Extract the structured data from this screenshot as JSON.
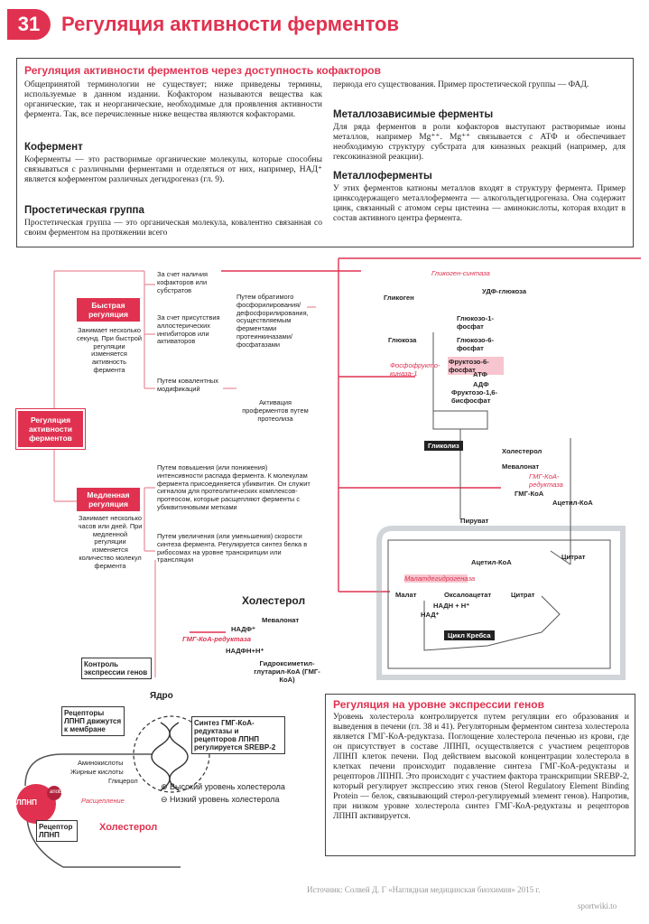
{
  "header": {
    "number": "31",
    "title": "Регуляция активности ферментов"
  },
  "cofactors": {
    "title": "Регуляция активности ферментов через доступность кофакторов",
    "intro": "Общепринятой терминологии не существует; ниже приведены термины, используемые в данном издании. Кофактором называются вещества как органические, так и неорганические, необходимые для проявления активности фермента. Так, все перечисленные ниже вещества являются кофакторами.",
    "coenzyme_h": "Кофермент",
    "coenzyme": "Коферменты — это растворимые органические молекулы, которые способны связываться с различными ферментами и отделяться от них, например, НАД⁺ является коферментом различных дегидрогеназ (гл. 9).",
    "prosthetic_h": "Простетическая группа",
    "prosthetic": "Простетическая группа — это органическая молекула, ковалентно связанная со своим ферментом на протяжении всего",
    "prosthetic_cont": "периода его существования. Пример простетической группы — ФАД.",
    "metal_dep_h": "Металлозависимые ферменты",
    "metal_dep": "Для ряда ферментов в роли кофакторов выступают растворимые ионы металлов, например Mg⁺⁺. Mg⁺⁺ связывается с АТФ и обеспечивает необходимую структуру субстрата для киназных реакций (например, для гексокиназной реакции).",
    "metallo_h": "Металлоферменты",
    "metallo": "У этих ферментов катионы металлов входят в структуру фермента. Пример цинксодержащего металлофермента — алкогольдегидрогеназа. Она содержит цинк, связанный с атомом серы цистеина — аминокислоты, которая входит в состав активного центра фермента."
  },
  "diagram": {
    "main": "Регуляция активности ферментов",
    "fast": "Быстрая регуляция",
    "fast_note": "Занимает несколько секунд. При быстрой регуляции изменяется активность фермента",
    "fast_a": "За счет наличия кофакторов или субстратов",
    "fast_b": "За счет присутствия аллостерических ингибиторов или активаторов",
    "fast_c": "Путем ковалентных модификаций",
    "fast_d": "Путем обратимого фосфорилирования/дефосфорилирования, осуществляемым ферментами протеинкиназами/фосфатазами",
    "fast_e": "Активация проферментов путем протеолиза",
    "slow": "Медленная регуляция",
    "slow_note": "Занимает несколько часов или дней. При медленной регуляции изменяется количество молекул фермента",
    "slow_a": "Путем повышения (или понижения) интенсивности распада фермента. К молекулам фермента присоединяется убиквитин. Он служит сигналом для протеолитических комплексов-протеосом, которые расщепляют ферменты с убиквитиновыми метками",
    "slow_b": "Путем увеличения (или уменьшения) скорости синтеза фермента. Регулируется синтез белка в рибосомах на уровне транскрипции или трансляции",
    "control_genes": "Контроль экспрессии генов"
  },
  "pathway": {
    "glycogen_synthase": "Гликоген-синтаза",
    "glycogen": "Гликоген",
    "udp_glucose": "УДФ-глюкоза",
    "g1p": "Глюкозо-1-фосфат",
    "glucose": "Глюкоза",
    "g6p": "Глюкозо-6-фосфат",
    "f6p": "Фруктозо-6-фосфат",
    "pfk": "Фосфофрукто-киназа-1",
    "atp": "АТФ",
    "adp": "АДФ",
    "f16bp": "Фруктозо-1,6-бисфосфат",
    "glycolysis": "Гликолиз",
    "cholesterol": "Холестерол",
    "mevalonate": "Мевалонат",
    "hmg_red": "ГМГ-КоА-редуктаза",
    "hmg_coa": "ГМГ-КоА",
    "acetyl_coa": "Ацетил-КоА",
    "pyruvate": "Пируват",
    "citrate": "Цитрат",
    "mdh": "Малатдегидрогеназа",
    "malate": "Малат",
    "oaa": "Оксалоацетат",
    "nadh": "НАДН + Н⁺",
    "nad": "НАД⁺",
    "krebs": "Цикл Кребса"
  },
  "chol": {
    "title": "Холестерол",
    "mevalonate": "Мевалонат",
    "nadp": "НАДФ⁺",
    "hmg_red": "ГМГ-КоА-редуктаза",
    "nadph": "НАДФН+Н⁺",
    "hmg": "Гидроксиметил-глутарил-КоА (ГМГ-КоА)"
  },
  "cell": {
    "nucleus": "Ядро",
    "receptor_box": "Рецепторы ЛПНП движутся к мембране",
    "srebp": "Синтез ГМГ-КоА-редуктазы и рецепторов ЛПНП регулируется SREBP-2",
    "high": "Высокий уровень холестерола",
    "low": "Низкий уровень холестерола",
    "aa": "Аминокислоты",
    "fa": "Жирные кислоты",
    "glycerol": "Глицерол",
    "ldl": "ЛПНП",
    "apob": "апоВ",
    "cleave": "Расщепление",
    "chol": "Холестерол",
    "receptor": "Рецептор ЛПНП"
  },
  "gene": {
    "title": "Регуляция на уровне экспрессии генов",
    "text": "Уровень холестерола контролируется путем регуляции его образования и выведения в печени (гл. 38 и 41). Регуляторным ферментом синтеза холестерола является ГМГ-КоА-редуктаза. Поглощение холестерола печенью из крови, где он присутствует в составе ЛПНП, осуществляется с участием рецепторов ЛПНП клеток печени. Под действием высокой концентрации холестерола в клетках печени происходит подавление синтеза ГМГ-КоА-редуктазы и рецепторов ЛПНП. Это происходит с участием фактора транскрипции SREBP-2, который регулирует экспрессию этих генов (Sterol Regulatory Element Binding Protein — белок, связывающий стерол-регулируемый элемент генов). Напротив, при низком уровне холестерола синтез ГМГ-КоА-редуктазы и рецепторов ЛПНП активируется."
  },
  "footer": {
    "source": "Источник: Солвей Д. Г «Наглядная медицинская биохимия» 2015 г.",
    "site": "sportwiki.to"
  }
}
